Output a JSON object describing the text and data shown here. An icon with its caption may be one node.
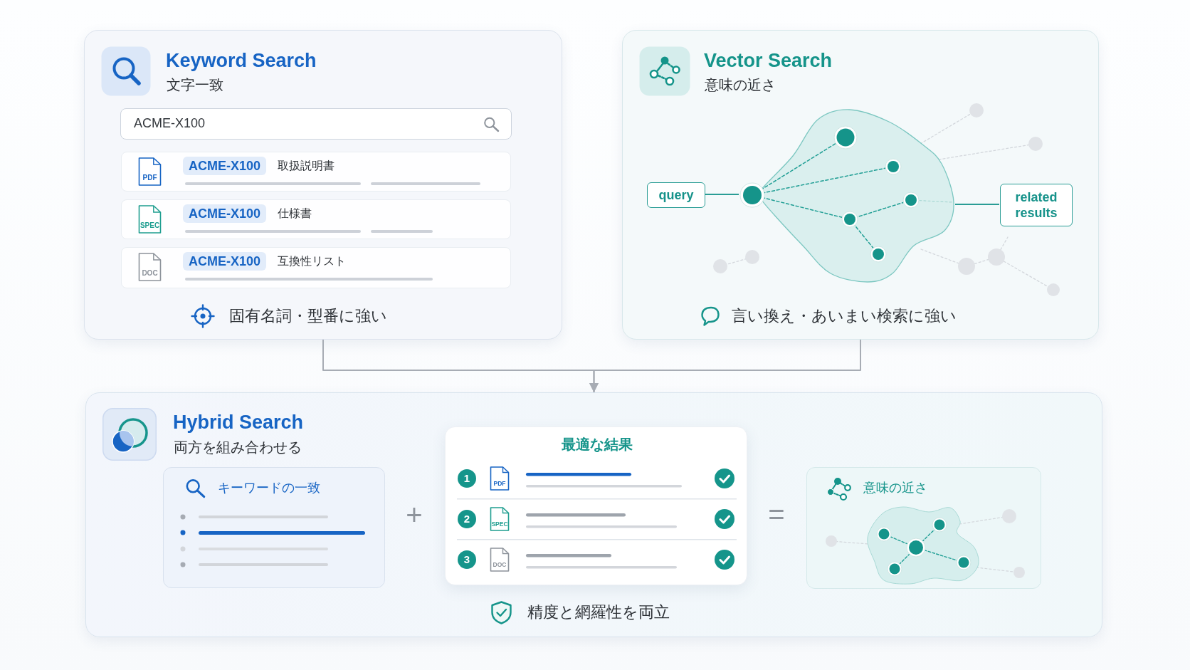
{
  "diagram": {
    "nodes": [
      {
        "text": [
          "Keyword Search",
          "文字一致",
          "固有名詞・型番に強い"
        ]
      },
      {
        "text": [
          "ACME-X100"
        ],
        "in": 0
      },
      {
        "text": [
          "PDF",
          "ACME-X100",
          "取扱説明書"
        ],
        "in": 0
      },
      {
        "text": [
          "SPEC",
          "ACME-X100",
          "仕様書"
        ],
        "in": 0
      },
      {
        "text": [
          "DOC",
          "ACME-X100",
          "互換性リスト"
        ],
        "in": 0
      },
      {
        "text": [
          "Vector Search",
          "意味の近さ",
          "言い換え・あいまい検索に強い"
        ]
      },
      {
        "text": [
          "query"
        ],
        "in": 5
      },
      {
        "text": [],
        "shape": "picture",
        "in": 5
      },
      {
        "text": [
          "related results"
        ],
        "in": 5
      },
      {
        "text": [
          "Hybrid Search",
          "両方を組み合わせる",
          "精度と網羅性を両立"
        ]
      },
      {
        "text": [
          "キーワードの一致"
        ],
        "in": 9
      },
      {
        "text": [
          "最適な結果",
          "1",
          "PDF",
          "2",
          "SPEC",
          "3",
          "DOC"
        ],
        "in": 9
      },
      {
        "text": [
          "意味の近さ"
        ],
        "in": 9
      }
    ],
    "edges": [
      {
        "from": 0,
        "to": 9,
        "arrow": "to"
      },
      {
        "from": 5,
        "to": 9,
        "arrow": "to"
      },
      {
        "from": 6,
        "to": 7,
        "arrow": "none",
        "color": "#2a9d95"
      },
      {
        "from": 7,
        "to": 8,
        "arrow": "none",
        "color": "#2a9d95"
      }
    ],
    "labels": [
      "+",
      "="
    ]
  }
}
